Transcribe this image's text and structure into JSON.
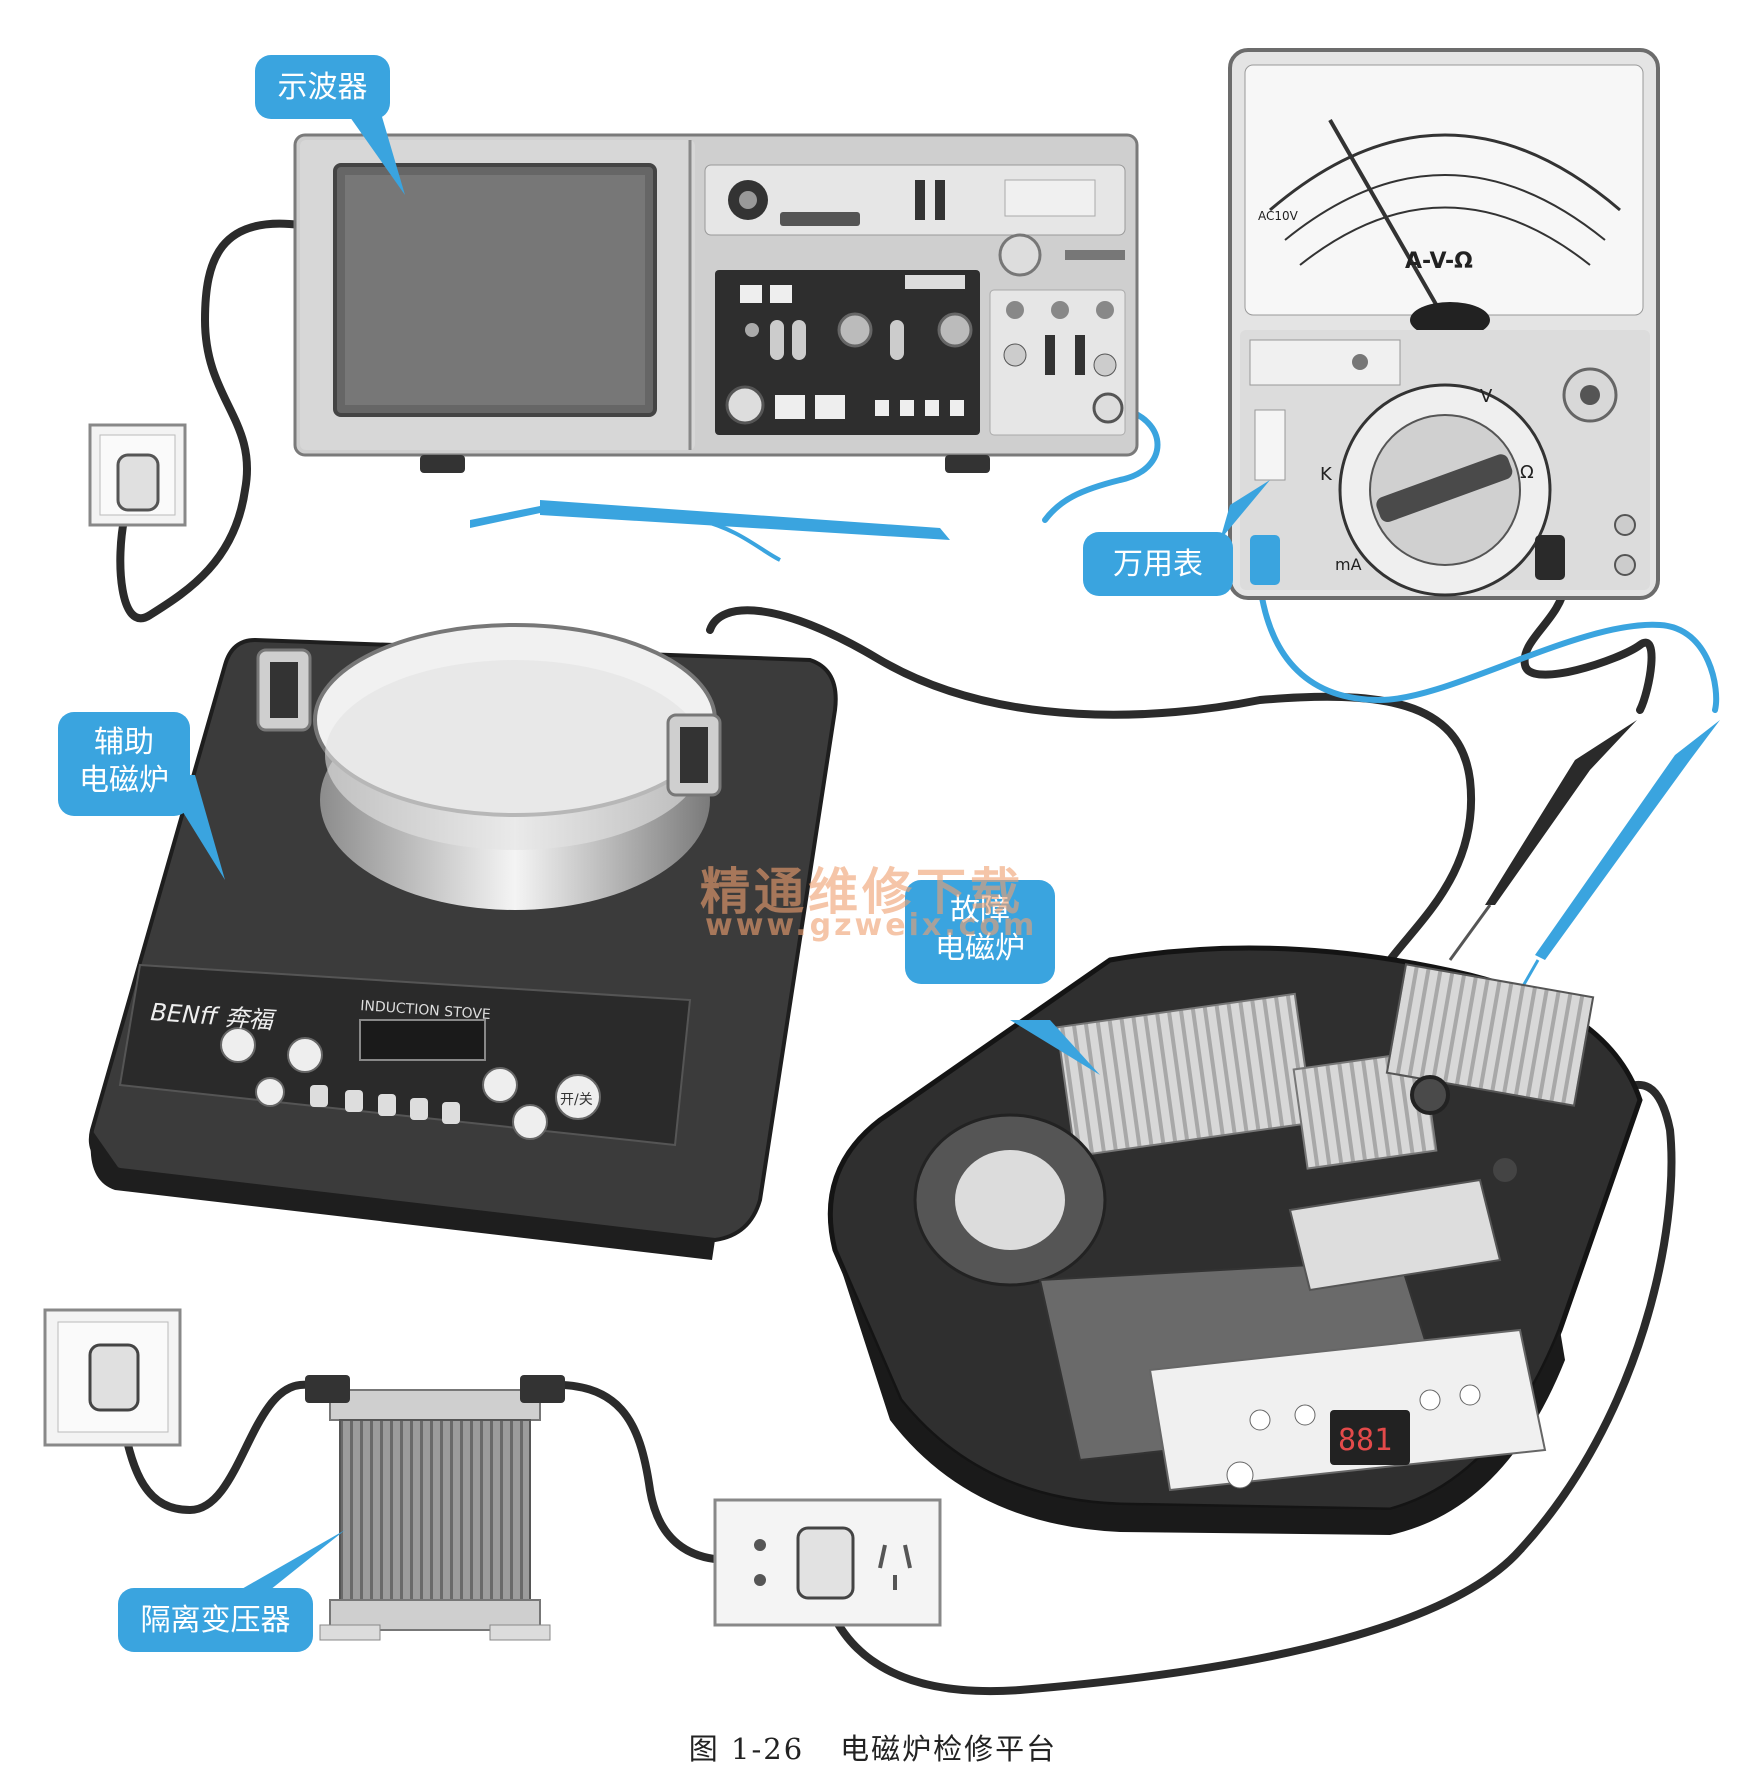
{
  "labels": {
    "oscilloscope": "示波器",
    "multimeter": "万用表",
    "aux_stove_1": "辅助",
    "aux_stove_2": "电磁炉",
    "faulty_stove_1": "故障",
    "faulty_stove_2": "电磁炉",
    "isolation_transformer": "隔离变压器"
  },
  "watermark": {
    "title": "精通维修下载",
    "url": "www.gzweix.com"
  },
  "aux_stove_panel": {
    "brand": "BENff 奔福",
    "model": "INDUCTION STOVE",
    "power_key": "开/关"
  },
  "multimeter_face": {
    "unit_text": "A-V-Ω",
    "scale_ohm": "Ω",
    "scale_v": "V",
    "scale_k": "K",
    "scale_ma": "mA",
    "ac_label": "AC10V"
  },
  "board_display": "881",
  "caption": {
    "figure": "图 1-26",
    "title": "电磁炉检修平台"
  },
  "colors": {
    "callout": "#3aa4df",
    "probe_blue": "#3aa4df",
    "cable_dark": "#2b2b2b",
    "watermark": "#f0a070"
  }
}
